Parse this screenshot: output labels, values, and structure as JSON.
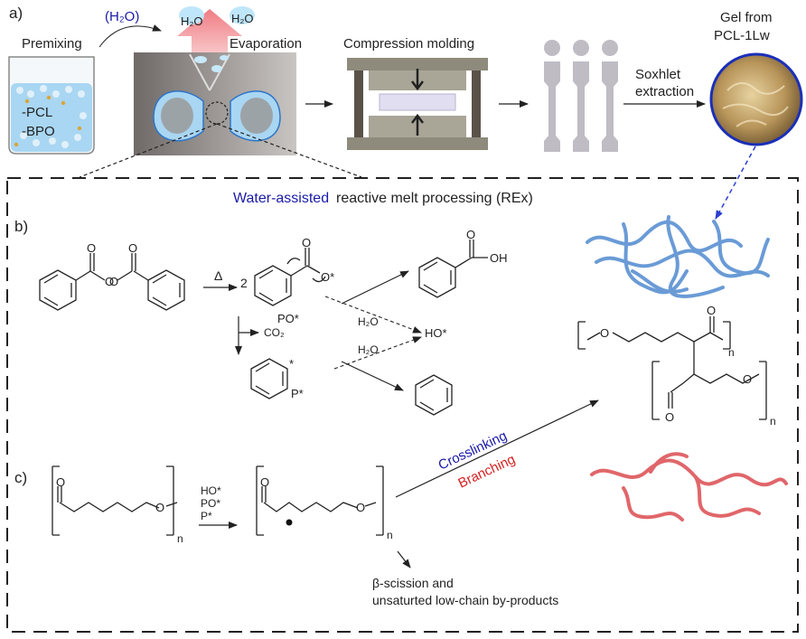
{
  "panel_a": {
    "label": "a)",
    "water": "(H₂O)",
    "premixing": "Premixing",
    "pcl": "-PCL",
    "bpo": "-BPO",
    "h2o_left": "H₂O",
    "h2o_right": "H₂O",
    "evaporation": "Evaporation",
    "compression": "Compression molding",
    "soxhlet_1": "Soxhlet",
    "soxhlet_2": "extraction",
    "gel_1": "Gel from",
    "gel_2": "PCL-1Lw"
  },
  "title": {
    "water_assisted": "Water-assisted",
    "rest": "reactive melt processing (REx)"
  },
  "panel_b": {
    "label": "b)",
    "delta": "Δ",
    "two": "2",
    "radical_o": "O*",
    "po": "PO*",
    "co2": "CO₂",
    "p": "P*",
    "star": "*",
    "oh": "OH",
    "o_carbonyl": "O",
    "h2o_1": "H₂O",
    "h2o_2": "H₂O",
    "ho": "HO*"
  },
  "panel_c": {
    "label": "c)",
    "ho": "HO*",
    "po": "PO*",
    "p": "P*",
    "n": "n",
    "crosslinking": "Crosslinking",
    "branching": "Branching",
    "scission_1": "β-scission and",
    "scission_2": "unsaturted low-chain by-products",
    "o": "O"
  },
  "colors": {
    "blue": "#1a1aa8",
    "red": "#d62020",
    "pink": "#f3a3a6",
    "water": "#a9d6f2",
    "gel": "#b89a5a",
    "dash_arrow": "#2a3ed0"
  }
}
